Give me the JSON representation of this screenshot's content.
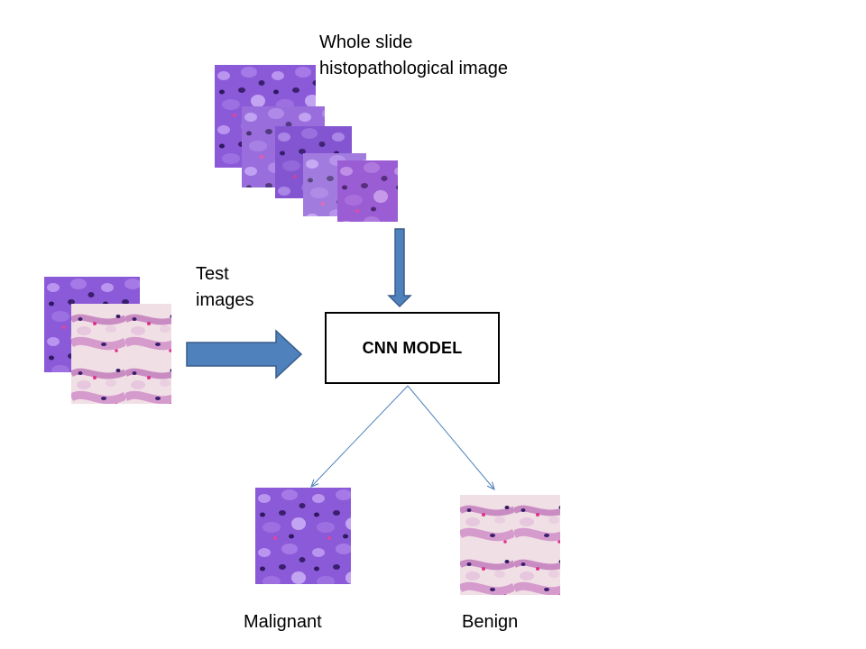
{
  "labels": {
    "wsi_line1": "Whole slide",
    "wsi_line2": "histopathological image",
    "test_line1": "Test",
    "test_line2": "images",
    "model": "CNN MODEL",
    "output_malignant": "Malignant",
    "output_benign": "Benign"
  },
  "colors": {
    "block_arrow_fill": "#4f81bd",
    "block_arrow_stroke": "#385d8a",
    "thin_arrow": "#4f81bd",
    "malignant_tissue": "#8e5ee0",
    "benign_tissue": "#d89bcf",
    "nucleus": "#3a1f6e"
  }
}
